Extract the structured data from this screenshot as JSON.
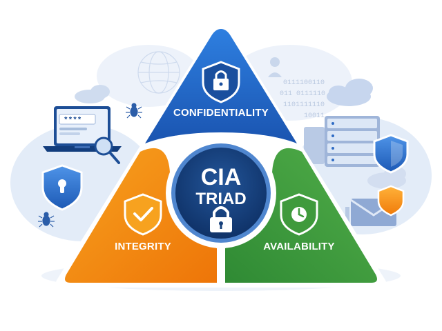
{
  "center": {
    "line1": "CIA",
    "line2": "TRIAD"
  },
  "segments": {
    "top": {
      "label": "CONFIDENTIALITY",
      "icon": "lock-shield-icon"
    },
    "left": {
      "label": "INTEGRITY",
      "icon": "check-shield-icon"
    },
    "right": {
      "label": "AVAILABILITY",
      "icon": "clock-shield-icon"
    }
  },
  "login_card": {
    "password_mask": "****"
  },
  "binary_rows": [
    "0111100110",
    "011 0111110",
    "1101111110",
    "10011"
  ],
  "colors": {
    "confidentiality": "#1f5fbf",
    "integrity": "#f08a12",
    "availability": "#3f9a3c",
    "center": "#163f7a",
    "background_blue": "#dbe7f6"
  }
}
